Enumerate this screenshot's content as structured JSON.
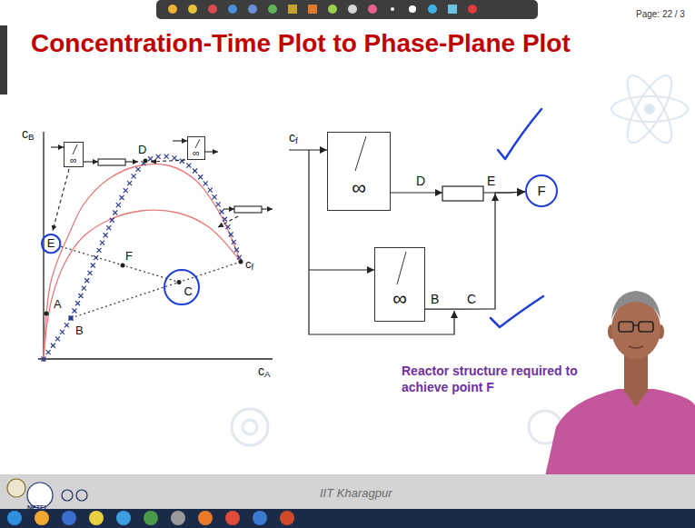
{
  "diagram": {
    "title": "Concentration-Time Plot to Phase-Plane Plot",
    "nodes": [
      {
        "text": [
          "∞"
        ]
      },
      {
        "text": [
          "∞"
        ]
      },
      {
        "text": [
          "E"
        ]
      },
      {
        "text": [
          "C"
        ]
      },
      {
        "text": [
          "∞"
        ]
      },
      {
        "text": [
          "∞"
        ]
      },
      {
        "text": [
          "F"
        ]
      }
    ],
    "edges": [
      {
        "from": 4,
        "to": 6,
        "arrow": "to"
      },
      {
        "from": 5,
        "to": 6,
        "arrow": "to"
      }
    ],
    "labels": [
      "Page: 22 / 3",
      "cB",
      "cA",
      "A",
      "B",
      "D",
      "F",
      "cf",
      "cf",
      "D",
      "E",
      "B",
      "C",
      "Reactor structure required to achieve point F",
      "IIT Kharagpur",
      "NPTEL"
    ]
  }
}
